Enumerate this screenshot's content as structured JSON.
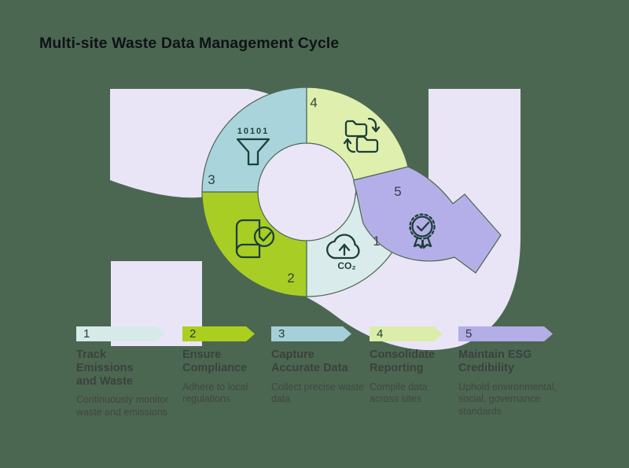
{
  "title": "Multi-site Waste Data Management Cycle",
  "colors": {
    "background": "#4c6751",
    "shape_lavender": "#e9e5f7",
    "ring_hole": "#eae6f8",
    "seg1_pale_cyan": "#d9eceb",
    "seg2_lime": "#a8ce25",
    "seg3_teal": "#a9d4dc",
    "seg4_pale_lime": "#dfefae",
    "seg5_purple": "#b5afe9"
  },
  "cycle": {
    "steps": [
      {
        "number": "1",
        "icon": "cloud-co2-icon",
        "icon_text": "CO₂"
      },
      {
        "number": "2",
        "icon": "compliance-book-icon"
      },
      {
        "number": "3",
        "icon": "data-funnel-icon",
        "icon_text": "10101"
      },
      {
        "number": "4",
        "icon": "folder-sync-icon"
      },
      {
        "number": "5",
        "icon": "award-badge-icon"
      }
    ]
  },
  "legend": {
    "items": [
      {
        "number": "1",
        "title": "Track Emissions and Waste",
        "description": "Continuously monitor waste and emissions",
        "color": "#d6eae8"
      },
      {
        "number": "2",
        "title": "Ensure Compliance",
        "description": "Adhere to local regulations",
        "color": "#accf1f"
      },
      {
        "number": "3",
        "title": "Capture Accurate Data",
        "description": "Collect precise waste data",
        "color": "#a5d0da"
      },
      {
        "number": "4",
        "title": "Consolidate Reporting",
        "description": "Compile data across sites",
        "color": "#dcedaa"
      },
      {
        "number": "5",
        "title": "Maintain ESG Credibility",
        "description": "Uphold environmental, social, governance standards",
        "color": "#b3ade8"
      }
    ]
  }
}
